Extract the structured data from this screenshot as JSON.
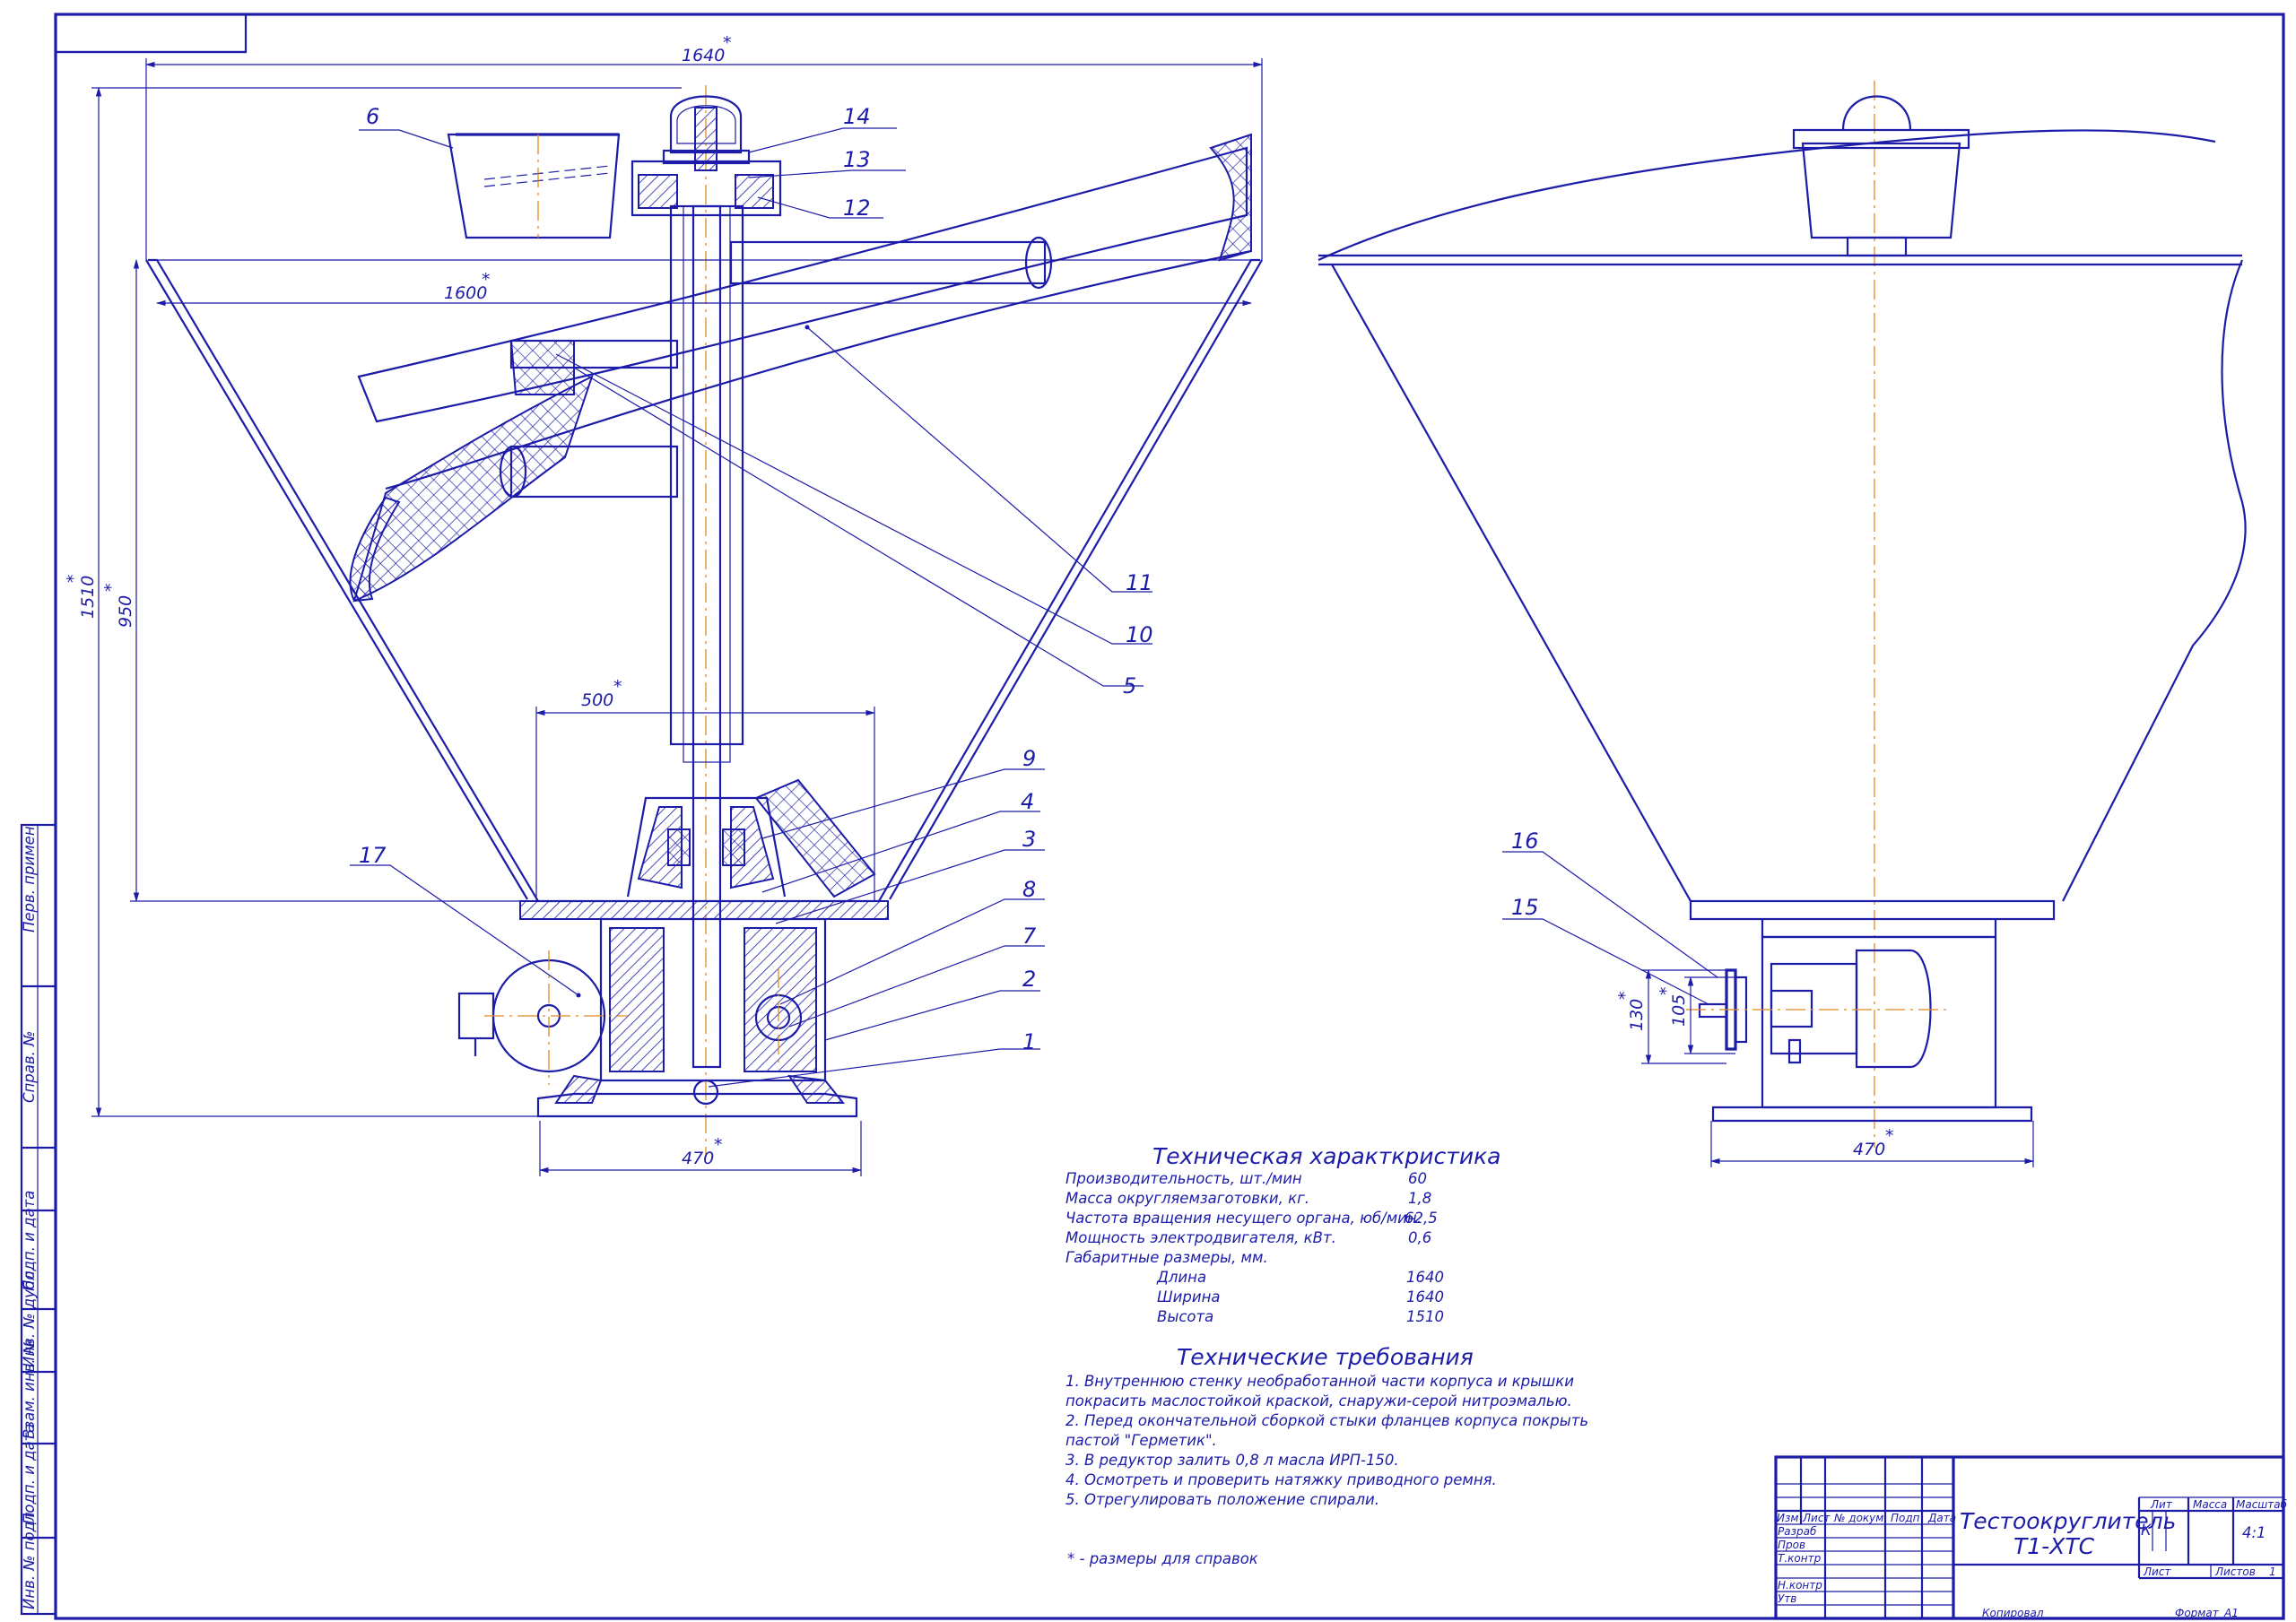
{
  "dimensions": {
    "d1640_top": "1640",
    "d1600": "1600",
    "d1510": "1510",
    "d950": "950",
    "d500": "500",
    "d470_left": "470",
    "d470_right": "470",
    "d130": "130",
    "d105": "105",
    "star": "*"
  },
  "positions": [
    "1",
    "2",
    "3",
    "4",
    "5",
    "6",
    "7",
    "8",
    "9",
    "10",
    "11",
    "12",
    "13",
    "14",
    "15",
    "16",
    "17"
  ],
  "specs": {
    "title": "Техническая характкристика",
    "rows": [
      {
        "label": "Производительность, шт./мин",
        "value": "60"
      },
      {
        "label": "Масса округляемзаготовки, кг.",
        "value": "1,8"
      },
      {
        "label": "Частота вращения несущего органа, юб/мин.",
        "value": "62,5"
      },
      {
        "label": "Мощность электродвигателя, кВт.",
        "value": "0,6"
      },
      {
        "label": "Габаритные размеры, мм.",
        "value": ""
      },
      {
        "label": "Длина",
        "value": "1640"
      },
      {
        "label": "Ширина",
        "value": "1640"
      },
      {
        "label": "Высота",
        "value": "1510"
      }
    ]
  },
  "requirements": {
    "title": "Технические требования",
    "lines": [
      "1. Внутреннюю стенку необработанной части корпуса и крышки",
      "покрасить маслостойкой краской, снаружи-серой нитроэмалью.",
      "2. Перед окончательной сборкой стыки фланцев корпуса покрыть",
      "пастой \"Герметик\".",
      "3. В редуктор залить 0,8 л масла ИРП-150.",
      "4. Осмотреть и проверить натяжку приводного ремня.",
      "5. Отрегулировать положение спирали."
    ],
    "footnote": "* - размеры для справок"
  },
  "title_block": {
    "name_line1": "Тестоокруглитель",
    "name_line2": "Т1-ХТС",
    "lit": "Лит",
    "massa": "Масса",
    "masshtab": "Масштаб",
    "lit_value": "К",
    "scale_value": "4:1",
    "sheet": "Лист",
    "sheets": "Листов",
    "sheets_value": "1",
    "izm": "Изм",
    "list": "Лист",
    "ndoc": "№ докум",
    "podp": "Подп",
    "data": "Дата",
    "razrab": "Разраб",
    "prov": "Пров",
    "tkontr": "Т.контр",
    "nkontr": "Н.контр",
    "utv": "Утв",
    "kopiroval": "Копировал",
    "format_label": "Формат",
    "format_value": "А1"
  },
  "side_stamps": {
    "perv_primen": "Перв. примен",
    "sprav": "Справ. №",
    "podp_data_1": "Подп. и дата",
    "inv_dubl": "Инв. № дубл.",
    "vzam_inv": "Взам. инв. №",
    "podp_data_2": "Подп. и дата",
    "inv_podl": "Инв. № подл."
  }
}
